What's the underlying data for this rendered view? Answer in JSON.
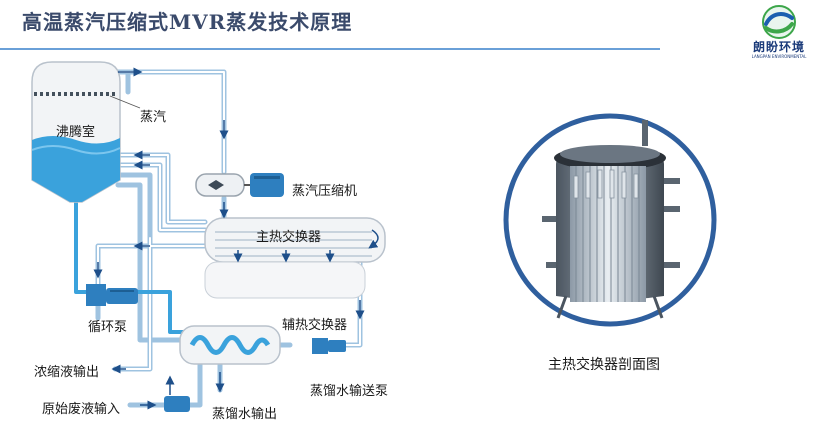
{
  "title": "高温蒸汽压缩式MVR蒸发技术原理",
  "logo": {
    "name": "朗盼环境",
    "sub": "LANGPAN ENVIRONMENTAL"
  },
  "labels": {
    "steam": "蒸汽",
    "boiling_chamber": "沸腾室",
    "compressor": "蒸汽压缩机",
    "main_exchanger": "主热交换器",
    "circulation_pump": "循环泵",
    "aux_exchanger": "辅热交换器",
    "concentrate_out": "浓缩液输出",
    "distilled_pump": "蒸馏水输送泵",
    "feed_in": "原始废液输入",
    "distilled_out": "蒸馏水输出",
    "cross_section": "主热交换器剖面图"
  },
  "colors": {
    "pipe": "#9fc3e0",
    "liquid": "#3aa2dc",
    "motor": "#2e7fbf",
    "vessel": "#f2f4f6",
    "outline": "#b9c2cc",
    "arrow": "#1e4f8a",
    "title": "#3a4a6b",
    "rule": "#6aa0d8"
  }
}
